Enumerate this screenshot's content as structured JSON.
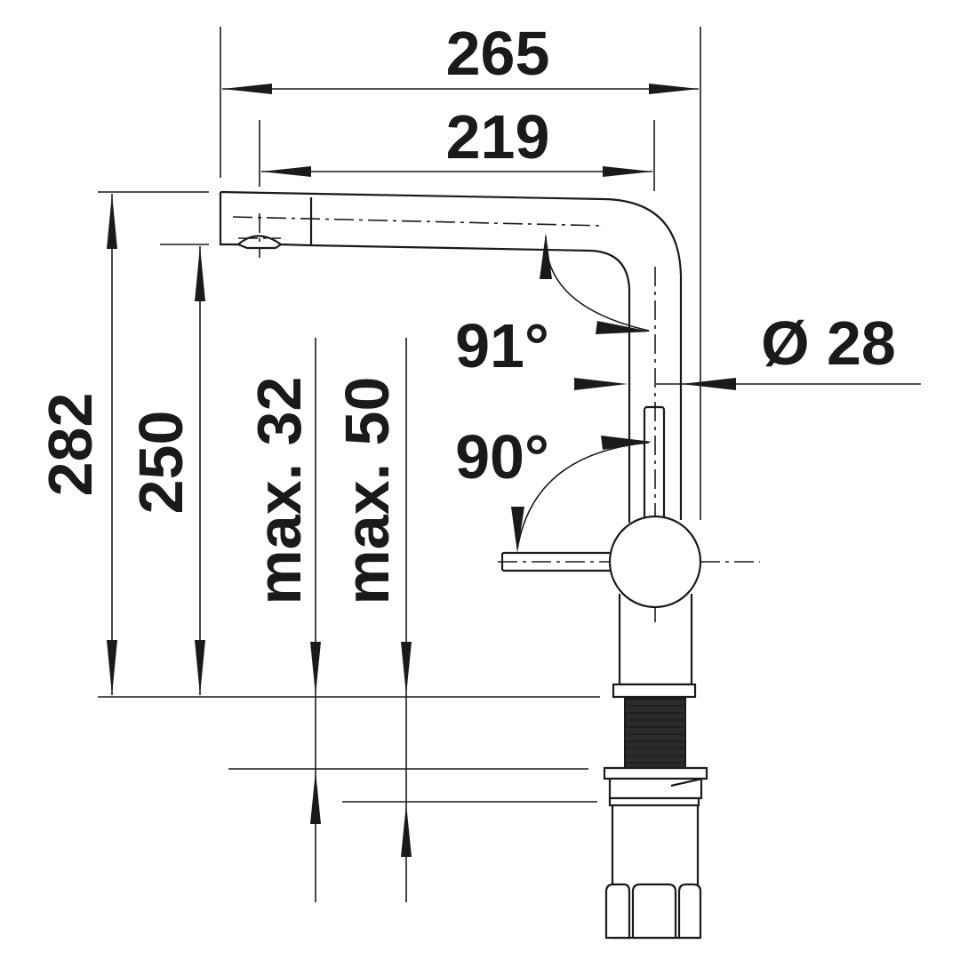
{
  "dimensions": {
    "total_reach": "265",
    "spout_reach": "219",
    "total_height": "282",
    "spout_height": "250",
    "max_thickness_1": "max. 32",
    "max_thickness_2": "max. 50",
    "diameter": "Ø 28",
    "spout_angle": "91°",
    "lever_angle": "90°"
  },
  "colors": {
    "ink": "#1a1a1a",
    "background": "#ffffff",
    "thread_fill": "#2a2a2a"
  }
}
